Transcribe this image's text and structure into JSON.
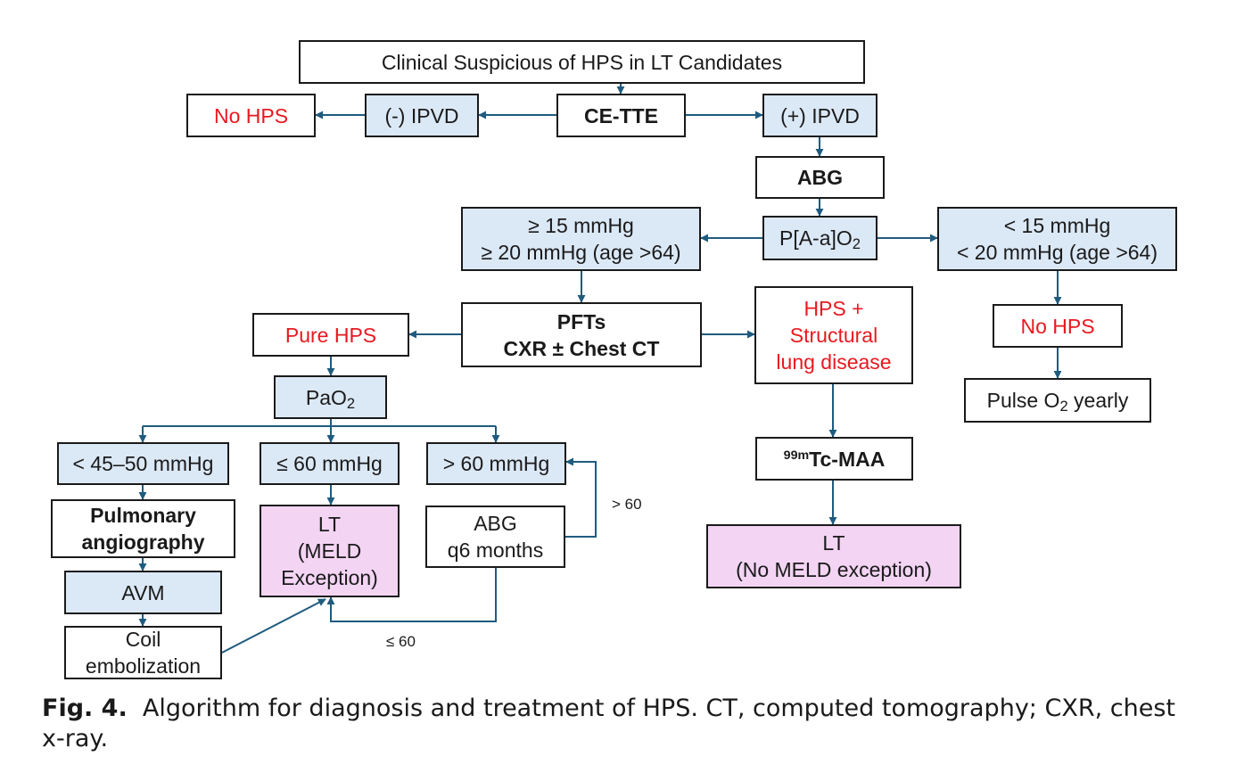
{
  "colors": {
    "arrow": "#1f5b7e",
    "border": "#1a1a1a",
    "light_blue_fill": "#dbe8f6",
    "pink_fill": "#f3d4f3",
    "red_text": "#e8191f"
  },
  "nodes": {
    "clinical_suspicion": {
      "line1": "Clinical Suspicious of HPS in LT Candidates"
    },
    "no_hps_left": {
      "line1": "No HPS"
    },
    "neg_ipvd": {
      "line1": "(-) IPVD"
    },
    "ce_tte": {
      "line1": "CE-TTE"
    },
    "pos_ipvd": {
      "line1": "(+) IPVD"
    },
    "abg_top": {
      "line1": "ABG"
    },
    "aa_gradient": {
      "prefix": "P[A-a]O",
      "subscript": "2"
    },
    "high_gradient": {
      "line1": "≥ 15 mmHg",
      "line2": "≥ 20 mmHg (age >64)"
    },
    "low_gradient": {
      "line1": "< 15 mmHg",
      "line2": "< 20 mmHg (age >64)"
    },
    "pfts": {
      "line1": "PFTs",
      "line2": "CXR ± Chest CT"
    },
    "pure_hps": {
      "line1": "Pure HPS"
    },
    "hps_structural": {
      "line1": "HPS +",
      "line2": "Structural",
      "line3": "lung disease"
    },
    "no_hps_right": {
      "line1": "No HPS"
    },
    "pulse_o2": {
      "prefix": "Pulse O",
      "subscript": "2",
      "suffix": " yearly"
    },
    "pao2": {
      "prefix": "PaO",
      "subscript": "2"
    },
    "pao2_low": {
      "line1": "< 45–50 mmHg"
    },
    "pao2_mid": {
      "line1": "≤ 60 mmHg"
    },
    "pao2_high": {
      "line1": "> 60 mmHg"
    },
    "tc_maa": {
      "superscript": "99m",
      "main": "Tc-MAA"
    },
    "pulm_angio": {
      "line1": "Pulmonary",
      "line2": "angiography"
    },
    "lt_meld_exception": {
      "line1": "LT",
      "line2": "(MELD",
      "line3": "Exception)"
    },
    "abg_q6": {
      "line1": "ABG",
      "line2": "q6 months"
    },
    "lt_no_meld": {
      "line1": "LT",
      "line2": "(No MELD exception)"
    },
    "avm": {
      "line1": "AVM"
    },
    "coil": {
      "line1": "Coil",
      "line2": "embolization"
    }
  },
  "edge_labels": {
    "gt60": "> 60",
    "le60": "≤ 60"
  },
  "caption": {
    "label": "Fig. 4.",
    "text": "Algorithm for diagnosis and treatment of HPS. CT, computed tomography; CXR, chest x-ray."
  }
}
